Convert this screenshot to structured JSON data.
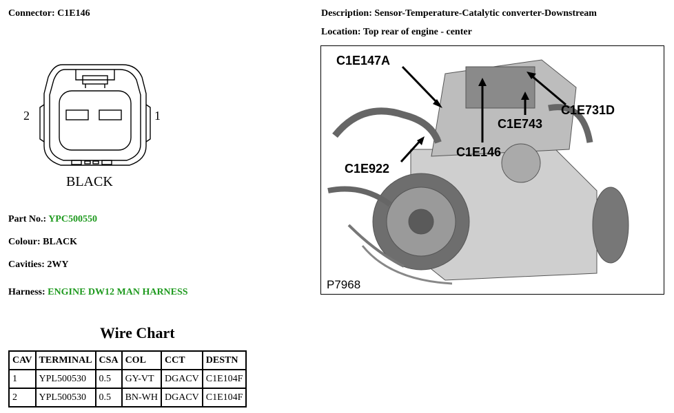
{
  "connector": {
    "label": "Connector:",
    "value": "C1E146"
  },
  "description": {
    "label": "Description:",
    "value": "Sensor-Temperature-Catalytic converter-Downstream"
  },
  "location": {
    "label": "Location:",
    "value": "Top rear of engine - center"
  },
  "diagram": {
    "pin_left": "2",
    "pin_right": "1",
    "color_text": "BLACK"
  },
  "part_no": {
    "label": "Part No.:",
    "value": "YPC500550"
  },
  "colour": {
    "label": "Colour:",
    "value": "BLACK"
  },
  "cavities": {
    "label": "Cavities:",
    "value": "2WY"
  },
  "harness": {
    "label": "Harness:",
    "value": "ENGINE DW12 MAN HARNESS"
  },
  "photo": {
    "callouts": [
      "C1E147A",
      "C1E731D",
      "C1E743",
      "C1E146",
      "C1E922"
    ],
    "code": "P7968"
  },
  "wire_chart": {
    "title": "Wire Chart",
    "headers": [
      "CAV",
      "TERMINAL",
      "CSA",
      "COL",
      "CCT",
      "DESTN"
    ],
    "rows": [
      [
        "1",
        "YPL500530",
        "0.5",
        "GY-VT",
        "DGACV",
        "C1E104F"
      ],
      [
        "2",
        "YPL500530",
        "0.5",
        "BN-WH",
        "DGACV",
        "C1E104F"
      ]
    ]
  },
  "colors": {
    "accent_green": "#1f9a1f"
  }
}
